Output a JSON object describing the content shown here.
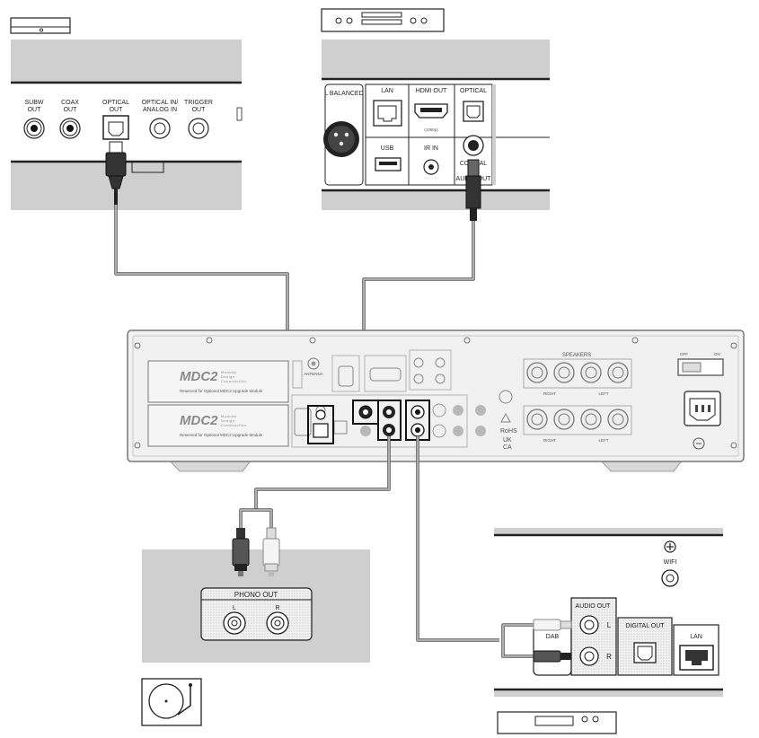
{
  "top_left_device": {
    "ports": {
      "subw_out_l1": "SUBW",
      "subw_out_l2": "OUT",
      "coax_out_l1": "COAX",
      "coax_out_l2": "OUT",
      "optical_out_l1": "OPTICAL",
      "optical_out_l2": "OUT",
      "optical_in_l1": "OPTICAL IN/",
      "optical_in_l2": "ANALOG IN",
      "trigger_out_l1": "TRIGGER",
      "trigger_out_l2": "OUT"
    }
  },
  "top_right_device": {
    "ports": {
      "balanced": "L BALANCED",
      "lan": "LAN",
      "hdmi_out": "HDMI OUT",
      "hdmi_res": "(1080p)",
      "optical": "OPTICAL",
      "usb": "USB",
      "ir_in": "IR IN",
      "coaxial": "COAXIAL",
      "audio_out": "AUDIO OUT"
    }
  },
  "main_unit": {
    "module_logo": "MDC2",
    "module_sub_1": "Modular",
    "module_sub_2": "Design",
    "module_sub_3": "Construction",
    "module_caption": "Reserved for Optional MDC2 Upgrade Module",
    "antenna": "ANTENNA",
    "speakers": "SPEAKERS",
    "right": "RIGHT",
    "left": "LEFT",
    "power_off": "OFF",
    "power_on": "ON",
    "rohs": "RoHS",
    "ukca_1": "UK",
    "ukca_2": "CA"
  },
  "phono_source": {
    "title": "PHONO OUT",
    "left": "L",
    "right": "R"
  },
  "streamer": {
    "wifi": "WIFI",
    "audio_out": "AUDIO OUT",
    "dab": "DAB",
    "left": "L",
    "right": "R",
    "digital_out": "DIGITAL OUT",
    "lan": "LAN"
  }
}
